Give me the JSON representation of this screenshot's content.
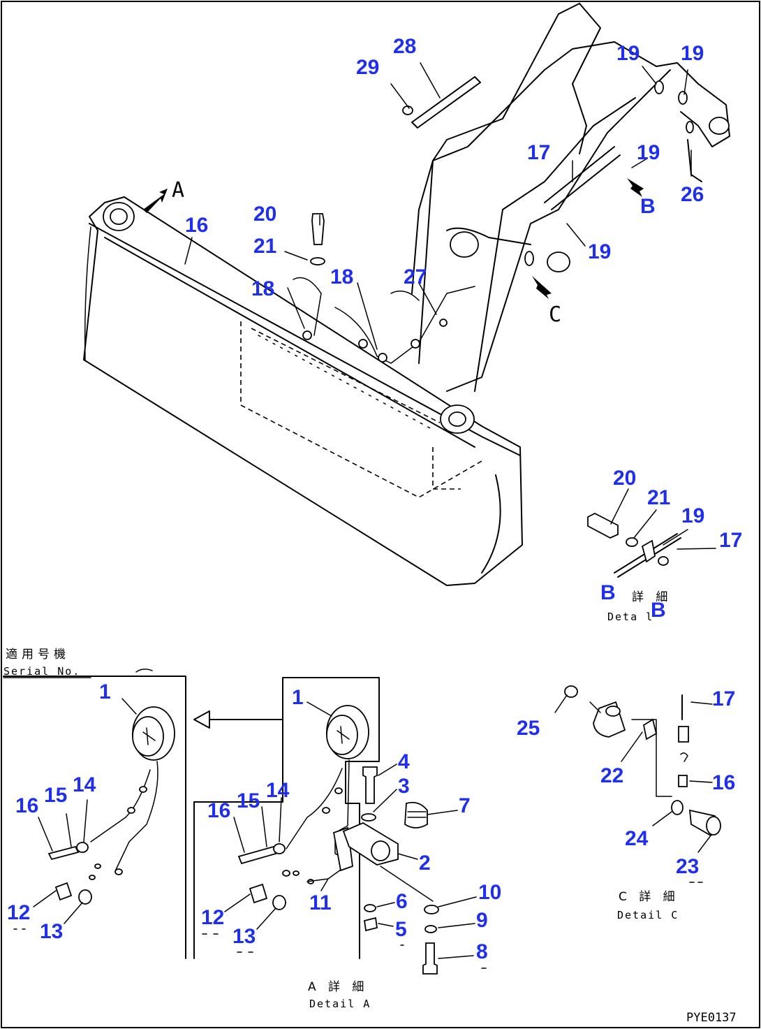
{
  "drawing_number": "PYE0137",
  "serial_box": {
    "label_jp": "適用号機",
    "label_en": "Serial No."
  },
  "views": {
    "a_arrow": "A",
    "b_arrow": "B",
    "c_arrow": "C"
  },
  "detail_a": {
    "title_jp": "A 詳 細",
    "title_en": "Detail A"
  },
  "detail_b": {
    "prefix": "B",
    "title_jp": "詳 細",
    "title_en": "Deta l",
    "suffix": "B"
  },
  "detail_c": {
    "title_jp": "C 詳 細",
    "title_en": "Detail C"
  },
  "callouts": {
    "main": [
      "29",
      "28",
      "19",
      "19",
      "17",
      "19",
      "26",
      "16",
      "20",
      "21",
      "18",
      "18",
      "27",
      "19"
    ],
    "b": [
      "20",
      "21",
      "19",
      "17"
    ],
    "serial": [
      "1",
      "16",
      "15",
      "14",
      "12",
      "13"
    ],
    "a": [
      "1",
      "4",
      "3",
      "7",
      "16",
      "15",
      "14",
      "2",
      "11",
      "10",
      "6",
      "9",
      "12",
      "5",
      "13",
      "8"
    ],
    "c": [
      "17",
      "25",
      "22",
      "16",
      "24",
      "23"
    ]
  }
}
